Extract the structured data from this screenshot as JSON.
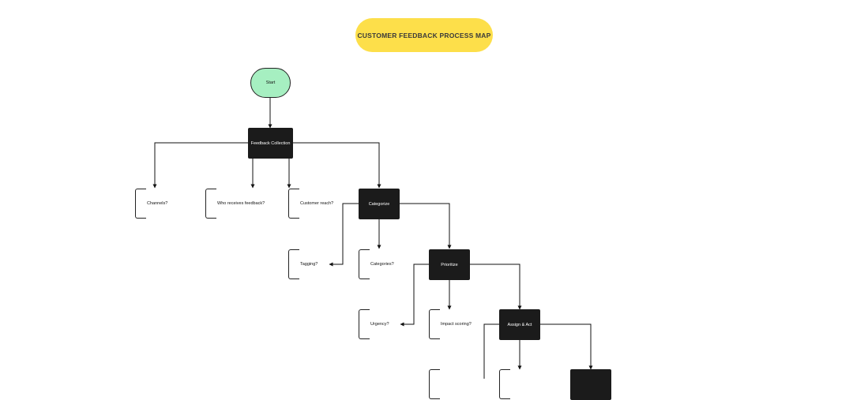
{
  "title": "CUSTOMER FEEDBACK PROCESS MAP",
  "start": "Start",
  "process": {
    "feedback_collection": "Feedback Collection",
    "categorize": "Categorize",
    "prioritize": "Prioritize",
    "assign_act": "Assign & Act",
    "next": ""
  },
  "annotations": {
    "channels": "Channels?",
    "who_receives": "Who receives feedback?",
    "customer_reach": "Customer reach?",
    "tagging": "Tagging?",
    "categories": "Categories?",
    "urgency": "Urgency?",
    "impact_scoring": "Impact scoring?",
    "assign_a": "",
    "assign_b": ""
  },
  "colors": {
    "title_fill": "#fddf4a",
    "start_fill": "#a6efc1",
    "process_fill": "#1b1b1b",
    "connector": "#111111"
  }
}
